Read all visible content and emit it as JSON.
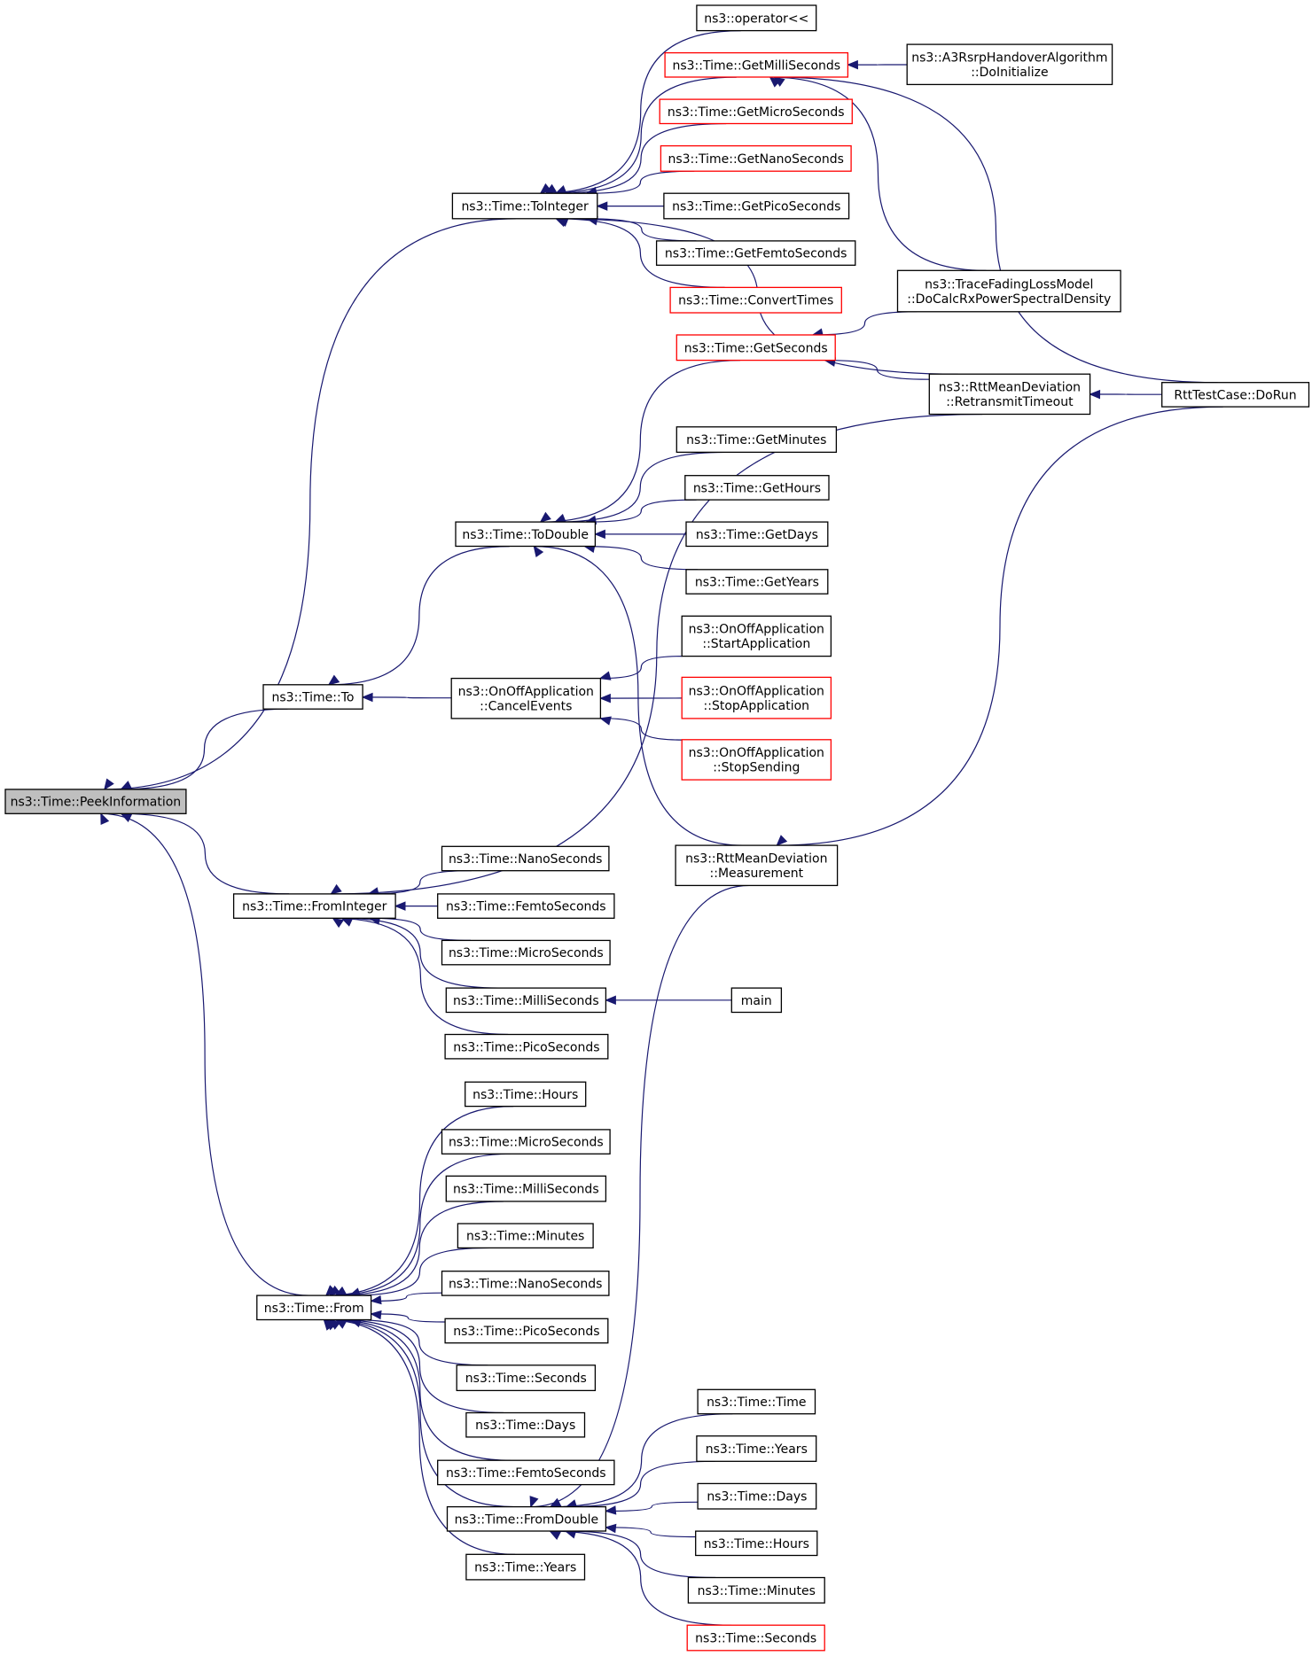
{
  "nodes": [
    {
      "id": "peek",
      "lines": [
        "ns3::Time::PeekInformation"
      ],
      "style": "root"
    },
    {
      "id": "toint",
      "lines": [
        "ns3::Time::ToInteger"
      ],
      "style": "black"
    },
    {
      "id": "to",
      "lines": [
        "ns3::Time::To"
      ],
      "style": "black"
    },
    {
      "id": "fromint",
      "lines": [
        "ns3::Time::FromInteger"
      ],
      "style": "black"
    },
    {
      "id": "from",
      "lines": [
        "ns3::Time::From"
      ],
      "style": "black"
    },
    {
      "id": "todouble",
      "lines": [
        "ns3::Time::ToDouble"
      ],
      "style": "black"
    },
    {
      "id": "cancel",
      "lines": [
        "ns3::OnOffApplication",
        "::CancelEvents"
      ],
      "style": "black"
    },
    {
      "id": "opout",
      "lines": [
        "ns3::operator<<"
      ],
      "style": "black"
    },
    {
      "id": "getmilli",
      "lines": [
        "ns3::Time::GetMilliSeconds"
      ],
      "style": "red"
    },
    {
      "id": "getmicro",
      "lines": [
        "ns3::Time::GetMicroSeconds"
      ],
      "style": "red"
    },
    {
      "id": "getnano",
      "lines": [
        "ns3::Time::GetNanoSeconds"
      ],
      "style": "red"
    },
    {
      "id": "getpico",
      "lines": [
        "ns3::Time::GetPicoSeconds"
      ],
      "style": "black"
    },
    {
      "id": "getfemto",
      "lines": [
        "ns3::Time::GetFemtoSeconds"
      ],
      "style": "black"
    },
    {
      "id": "convtimes",
      "lines": [
        "ns3::Time::ConvertTimes"
      ],
      "style": "red"
    },
    {
      "id": "getsec",
      "lines": [
        "ns3::Time::GetSeconds"
      ],
      "style": "red"
    },
    {
      "id": "getmin",
      "lines": [
        "ns3::Time::GetMinutes"
      ],
      "style": "black"
    },
    {
      "id": "gethours",
      "lines": [
        "ns3::Time::GetHours"
      ],
      "style": "black"
    },
    {
      "id": "getdays",
      "lines": [
        "ns3::Time::GetDays"
      ],
      "style": "black"
    },
    {
      "id": "getyears",
      "lines": [
        "ns3::Time::GetYears"
      ],
      "style": "black"
    },
    {
      "id": "startapp",
      "lines": [
        "ns3::OnOffApplication",
        "::StartApplication"
      ],
      "style": "black"
    },
    {
      "id": "stopapp",
      "lines": [
        "ns3::OnOffApplication",
        "::StopApplication"
      ],
      "style": "red"
    },
    {
      "id": "stopsend",
      "lines": [
        "ns3::OnOffApplication",
        "::StopSending"
      ],
      "style": "red"
    },
    {
      "id": "rttmeas",
      "lines": [
        "ns3::RttMeanDeviation",
        "::Measurement"
      ],
      "style": "black"
    },
    {
      "id": "fi_nano",
      "lines": [
        "ns3::Time::NanoSeconds"
      ],
      "style": "black"
    },
    {
      "id": "fi_femto",
      "lines": [
        "ns3::Time::FemtoSeconds"
      ],
      "style": "black"
    },
    {
      "id": "fi_micro",
      "lines": [
        "ns3::Time::MicroSeconds"
      ],
      "style": "black"
    },
    {
      "id": "fi_milli",
      "lines": [
        "ns3::Time::MilliSeconds"
      ],
      "style": "black"
    },
    {
      "id": "fi_pico",
      "lines": [
        "ns3::Time::PicoSeconds"
      ],
      "style": "black"
    },
    {
      "id": "main",
      "lines": [
        "main"
      ],
      "style": "black"
    },
    {
      "id": "f_hours",
      "lines": [
        "ns3::Time::Hours"
      ],
      "style": "black"
    },
    {
      "id": "f_micro",
      "lines": [
        "ns3::Time::MicroSeconds"
      ],
      "style": "black"
    },
    {
      "id": "f_milli",
      "lines": [
        "ns3::Time::MilliSeconds"
      ],
      "style": "black"
    },
    {
      "id": "f_minutes",
      "lines": [
        "ns3::Time::Minutes"
      ],
      "style": "black"
    },
    {
      "id": "f_nano",
      "lines": [
        "ns3::Time::NanoSeconds"
      ],
      "style": "black"
    },
    {
      "id": "f_pico",
      "lines": [
        "ns3::Time::PicoSeconds"
      ],
      "style": "black"
    },
    {
      "id": "f_seconds",
      "lines": [
        "ns3::Time::Seconds"
      ],
      "style": "black"
    },
    {
      "id": "f_days",
      "lines": [
        "ns3::Time::Days"
      ],
      "style": "black"
    },
    {
      "id": "f_femto",
      "lines": [
        "ns3::Time::FemtoSeconds"
      ],
      "style": "black"
    },
    {
      "id": "fromdouble",
      "lines": [
        "ns3::Time::FromDouble"
      ],
      "style": "black"
    },
    {
      "id": "f_years",
      "lines": [
        "ns3::Time::Years"
      ],
      "style": "black"
    },
    {
      "id": "fd_time",
      "lines": [
        "ns3::Time::Time"
      ],
      "style": "black"
    },
    {
      "id": "fd_years",
      "lines": [
        "ns3::Time::Years"
      ],
      "style": "black"
    },
    {
      "id": "fd_days",
      "lines": [
        "ns3::Time::Days"
      ],
      "style": "black"
    },
    {
      "id": "fd_hours",
      "lines": [
        "ns3::Time::Hours"
      ],
      "style": "black"
    },
    {
      "id": "fd_minutes",
      "lines": [
        "ns3::Time::Minutes"
      ],
      "style": "black"
    },
    {
      "id": "fd_seconds",
      "lines": [
        "ns3::Time::Seconds"
      ],
      "style": "red"
    },
    {
      "id": "a3",
      "lines": [
        "ns3::A3RsrpHandoverAlgorithm",
        "::DoInitialize"
      ],
      "style": "black"
    },
    {
      "id": "trace",
      "lines": [
        "ns3::TraceFadingLossModel",
        "::DoCalcRxPowerSpectralDensity"
      ],
      "style": "black"
    },
    {
      "id": "rttretx",
      "lines": [
        "ns3::RttMeanDeviation",
        "::RetransmitTimeout"
      ],
      "style": "black"
    },
    {
      "id": "rttcase",
      "lines": [
        "RttTestCase::DoRun"
      ],
      "style": "black"
    }
  ],
  "edges": [
    {
      "from": "peek",
      "to": "toint"
    },
    {
      "from": "peek",
      "to": "to"
    },
    {
      "from": "peek",
      "to": "fromint"
    },
    {
      "from": "peek",
      "to": "from"
    },
    {
      "from": "toint",
      "to": "opout"
    },
    {
      "from": "toint",
      "to": "getmilli"
    },
    {
      "from": "toint",
      "to": "getmicro"
    },
    {
      "from": "toint",
      "to": "getnano"
    },
    {
      "from": "toint",
      "to": "getpico"
    },
    {
      "from": "toint",
      "to": "getfemto"
    },
    {
      "from": "toint",
      "to": "convtimes"
    },
    {
      "from": "toint",
      "to": "rttretx"
    },
    {
      "from": "getmilli",
      "to": "a3"
    },
    {
      "from": "getmilli",
      "to": "trace"
    },
    {
      "from": "getmilli",
      "to": "rttcase"
    },
    {
      "from": "getsec",
      "to": "trace"
    },
    {
      "from": "getsec",
      "to": "rttretx"
    },
    {
      "from": "rttretx",
      "to": "rttcase"
    },
    {
      "from": "to",
      "to": "todouble"
    },
    {
      "from": "to",
      "to": "cancel"
    },
    {
      "from": "todouble",
      "to": "getsec"
    },
    {
      "from": "todouble",
      "to": "getmin"
    },
    {
      "from": "todouble",
      "to": "gethours"
    },
    {
      "from": "todouble",
      "to": "getdays"
    },
    {
      "from": "todouble",
      "to": "getyears"
    },
    {
      "from": "todouble",
      "to": "rttmeas"
    },
    {
      "from": "cancel",
      "to": "startapp"
    },
    {
      "from": "cancel",
      "to": "stopapp"
    },
    {
      "from": "cancel",
      "to": "stopsend"
    },
    {
      "from": "rttmeas",
      "to": "rttcase"
    },
    {
      "from": "fromint",
      "to": "rttretx"
    },
    {
      "from": "fromint",
      "to": "fi_nano"
    },
    {
      "from": "fromint",
      "to": "fi_femto"
    },
    {
      "from": "fromint",
      "to": "fi_micro"
    },
    {
      "from": "fromint",
      "to": "fi_milli"
    },
    {
      "from": "fromint",
      "to": "fi_pico"
    },
    {
      "from": "fi_milli",
      "to": "main"
    },
    {
      "from": "from",
      "to": "f_hours"
    },
    {
      "from": "from",
      "to": "f_micro"
    },
    {
      "from": "from",
      "to": "f_milli"
    },
    {
      "from": "from",
      "to": "f_minutes"
    },
    {
      "from": "from",
      "to": "f_nano"
    },
    {
      "from": "from",
      "to": "f_pico"
    },
    {
      "from": "from",
      "to": "f_seconds"
    },
    {
      "from": "from",
      "to": "f_days"
    },
    {
      "from": "from",
      "to": "f_femto"
    },
    {
      "from": "from",
      "to": "fromdouble"
    },
    {
      "from": "from",
      "to": "f_years"
    },
    {
      "from": "fromdouble",
      "to": "rttmeas"
    },
    {
      "from": "fromdouble",
      "to": "fd_time"
    },
    {
      "from": "fromdouble",
      "to": "fd_years"
    },
    {
      "from": "fromdouble",
      "to": "fd_days"
    },
    {
      "from": "fromdouble",
      "to": "fd_hours"
    },
    {
      "from": "fromdouble",
      "to": "fd_minutes"
    },
    {
      "from": "fromdouble",
      "to": "fd_seconds"
    }
  ],
  "colors": {
    "edge": "#191970",
    "highlight_border": "#ff0000",
    "root_fill": "#bfbfbf",
    "border": "#000000",
    "background": "#ffffff"
  }
}
